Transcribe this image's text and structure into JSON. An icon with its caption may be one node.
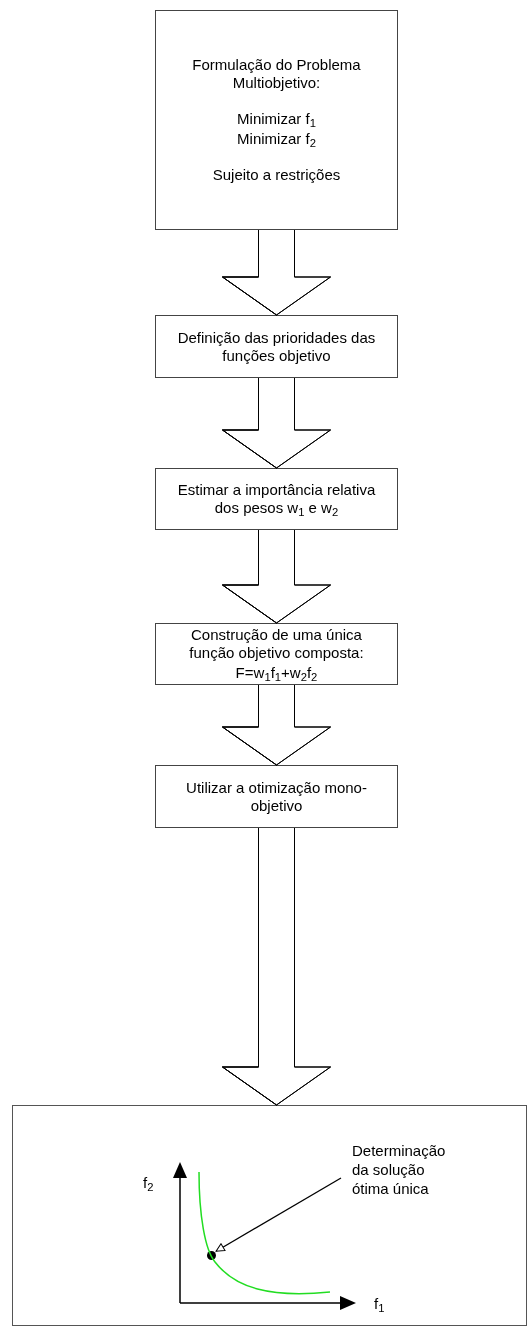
{
  "diagram": {
    "nodes": [
      {
        "text": [
          "Formulação do Problema Multiobjetivo:",
          "Minimizar f$_{1}$",
          "Minimizar f$_{2}$",
          "Sujeito a restrições"
        ]
      },
      {
        "text": [
          "Definição das prioridades das funções objetivo"
        ]
      },
      {
        "text": [
          "Estimar a importância relativa dos pesos w$_{1}$ e w$_{2}$"
        ]
      },
      {
        "text": [
          "Construção de uma única função objetivo composta:",
          "F=w$_{1}$f$_{1}$+w$_{2}$f$_{2}$"
        ]
      },
      {
        "text": [
          "Utilizar a otimização mono-objetivo"
        ]
      },
      {
        "text": [],
        "shape": "box"
      },
      {
        "text": [
          "Determinação da solução ótima única"
        ],
        "in": 5
      },
      {
        "text": [],
        "shape": "circle",
        "in": 5
      }
    ],
    "edges": [
      {
        "from": 0,
        "to": 1,
        "arrow": "to"
      },
      {
        "from": 1,
        "to": 2,
        "arrow": "to"
      },
      {
        "from": 2,
        "to": 3,
        "arrow": "to"
      },
      {
        "from": 3,
        "to": 4,
        "arrow": "to"
      },
      {
        "from": 4,
        "to": 5,
        "arrow": "to"
      },
      {
        "from": 6,
        "to": 7,
        "arrow": "to"
      }
    ],
    "labels": [
      "f$_{2}$",
      "f$_{1}$"
    ]
  }
}
